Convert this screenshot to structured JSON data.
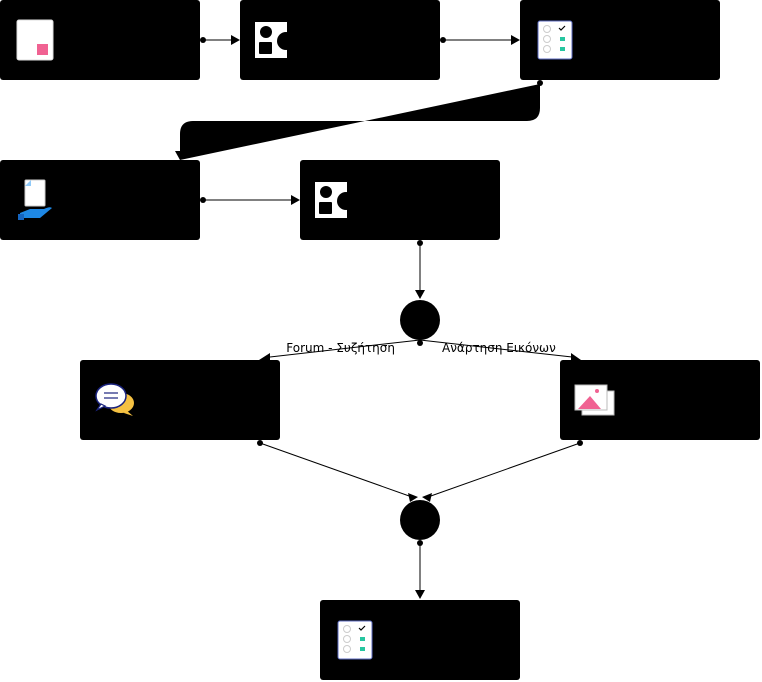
{
  "colors": {
    "node_fill": "#000000",
    "edge": "#000000",
    "icon_pink": "#f06292",
    "icon_teal": "#26c6a0",
    "icon_blue": "#1e88e5",
    "icon_yellow": "#f5c142",
    "icon_white": "#ffffff"
  },
  "nodes": [
    {
      "id": "n1",
      "icon": "document-icon"
    },
    {
      "id": "n2",
      "icon": "shapes-icon"
    },
    {
      "id": "n3",
      "icon": "checklist-icon"
    },
    {
      "id": "n4",
      "icon": "hand-document-icon"
    },
    {
      "id": "n5",
      "icon": "shapes-icon"
    },
    {
      "id": "n6",
      "icon": "chat-bubbles-icon"
    },
    {
      "id": "n7",
      "icon": "image-gallery-icon"
    },
    {
      "id": "n8",
      "icon": "checklist-icon"
    }
  ],
  "gateways": [
    {
      "id": "split",
      "kind": "split"
    },
    {
      "id": "join",
      "kind": "join"
    }
  ],
  "edge_labels": {
    "forum": "Forum - Συζήτηση",
    "images": "Ανάρτηση Εικόνων"
  }
}
